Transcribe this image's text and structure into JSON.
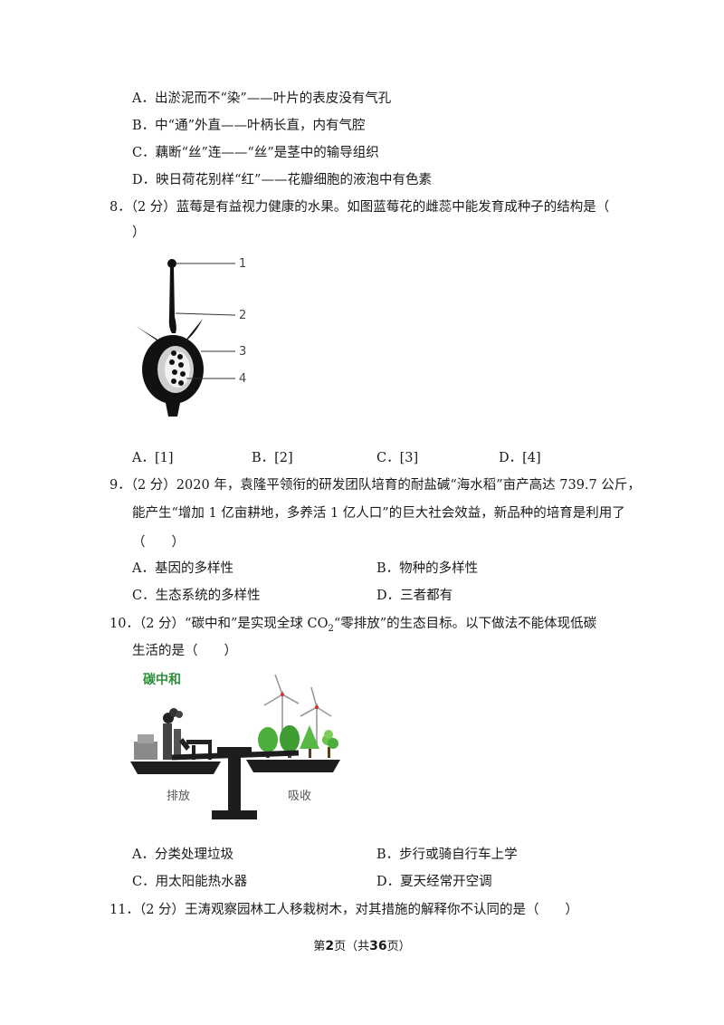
{
  "q7_options": [
    "A．出淤泥而不“染”——叶片的表皮没有气孔",
    "B．中“通”外直——叶柄长直，内有气腔",
    "C．藕断“丝”连——“丝”是茎中的输导组织",
    "D．映日荷花别样“红”——花瓣细胞的液泡中有色素"
  ],
  "q8": {
    "line1": "8．（2 分）蓝莓是有益视力健康的水果。如图蓝莓花的雌蕊中能发育成种子的结构是（",
    "line2": "）",
    "figure_labels": [
      "1",
      "2",
      "3",
      "4"
    ],
    "options": [
      "A．[1]",
      "B．[2]",
      "C．[3]",
      "D．[4]"
    ]
  },
  "q9": {
    "line1": "9．（2 分）2020 年，袁隆平领衔的研发团队培育的耐盐碱“海水稻”亩产高达 739.7 公斤，",
    "line2": "能产生“增加 1 亿亩耕地，多养活 1 亿人口”的巨大社会效益，新品种的培育是利用了",
    "line3": "（　　）",
    "options": [
      "A．基因的多样性",
      "B．物种的多样性",
      "C．生态系统的多样性",
      "D．三者都有"
    ]
  },
  "q10": {
    "line1_pre": "10．（2 分）“碳中和”是实现全球 CO",
    "line1_sub": "2",
    "line1_post": "“零排放”的生态目标。以下做法不能体现低碳",
    "line2": "生活的是（　　）",
    "figure_title": "碳中和",
    "figure_left": "排放",
    "figure_right": "吸收",
    "options": [
      "A．分类处理垃圾",
      "B．步行或骑自行车上学",
      "C．用太阳能热水器",
      "D．夏天经常开空调"
    ]
  },
  "q11": {
    "line1": "11．（2 分）王涛观察园林工人移栽树木，对其措施的解释你不认同的是（　　）"
  },
  "footer": {
    "pre": "第",
    "page": "2",
    "mid": "页（共",
    "total": "36",
    "post": "页）"
  },
  "colors": {
    "title_green": "#2f8f3a",
    "tree_green": "#4caf3c",
    "scale_dark": "#1d1d1d"
  }
}
